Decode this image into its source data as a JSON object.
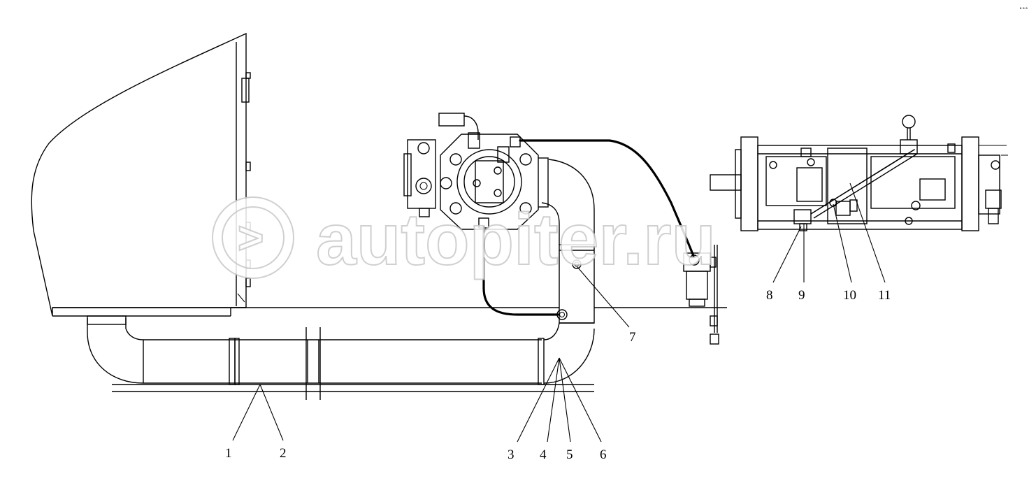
{
  "watermark": {
    "text": "autopiter.ru",
    "badge": ">"
  },
  "corner_mark": "°°°",
  "callouts": {
    "c1": "1",
    "c2": "2",
    "c3": "3",
    "c4": "4",
    "c5": "5",
    "c6": "6",
    "c7": "7",
    "c8": "8",
    "c9": "9",
    "c10": "10",
    "c11": "11"
  }
}
